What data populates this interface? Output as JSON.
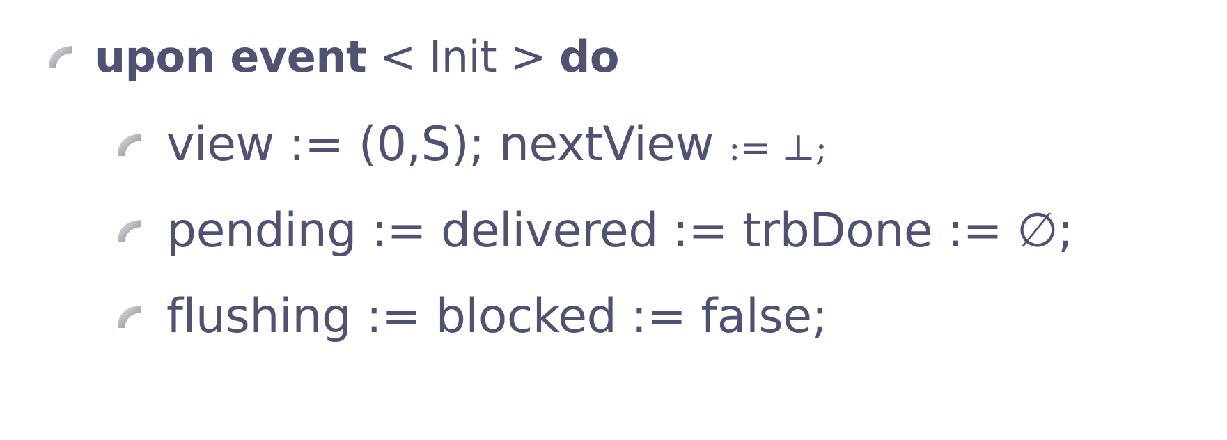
{
  "colors": {
    "text": "#4f5271",
    "bullet": "#a9abb3",
    "background": "#ffffff"
  },
  "bullet_icon": "quarter-circle-bullet-icon",
  "heading": {
    "keyword_upon": "upon event",
    "event": "< Init >",
    "keyword_do": "do"
  },
  "statements": {
    "line1_main": "view := (0,S); nextView ",
    "line1_math": ":= ⊥;",
    "line2_main": "pending := delivered := trbDone := ",
    "line2_symbol": "∅",
    "line2_end": ";",
    "line3": "flushing := blocked := false;"
  }
}
